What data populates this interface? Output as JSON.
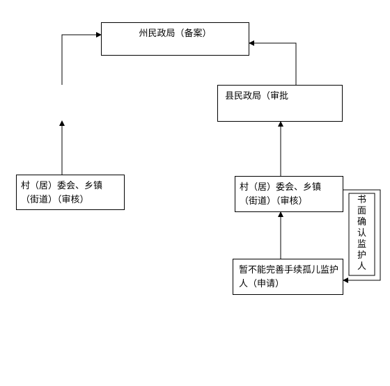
{
  "nodes": {
    "prefecture": "州民政局（备案）",
    "county": "县民政局（审批",
    "village_left": "村（居）委会、乡镇（街道）（审核）",
    "village_right": "村（居）委会、乡镇（街道）（审核）",
    "applicant": "暂不能完善手续孤儿监护人（申请）"
  },
  "side_label": [
    "书",
    "面",
    "确",
    "认",
    "监",
    "护",
    "人"
  ]
}
